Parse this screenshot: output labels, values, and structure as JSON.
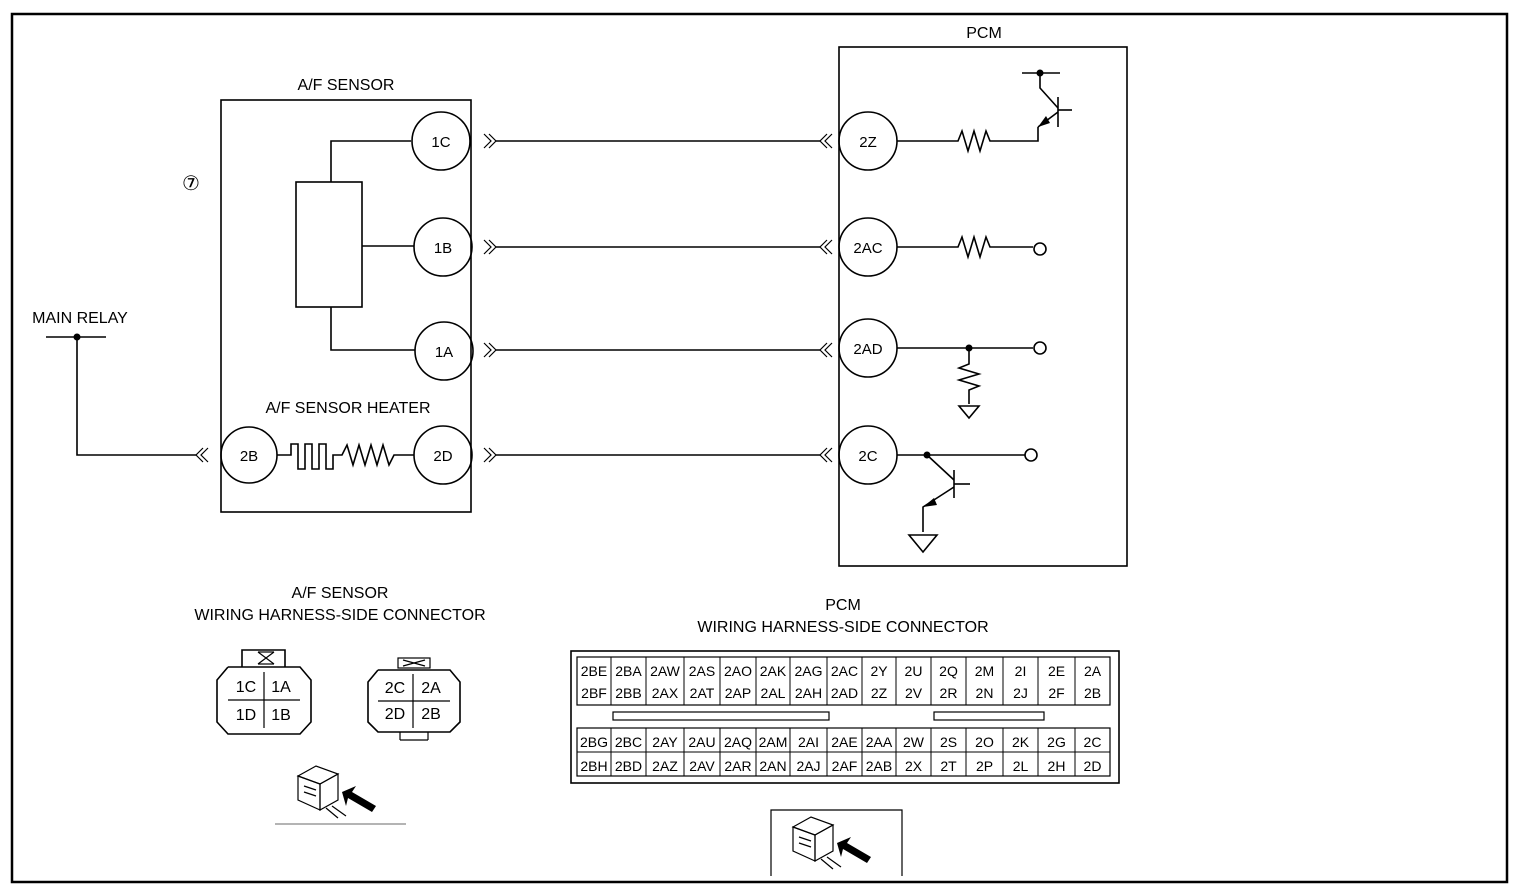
{
  "labels": {
    "pcm": "PCM",
    "af_sensor": "A/F SENSOR",
    "af_sensor_heater": "A/F SENSOR HEATER",
    "main_relay": "MAIN RELAY",
    "marker": "⑦"
  },
  "sensor_pins": {
    "p1c": "1C",
    "p1b": "1B",
    "p1a": "1A",
    "p2b": "2B",
    "p2d": "2D"
  },
  "pcm_pins": {
    "p2z": "2Z",
    "p2ac": "2AC",
    "p2ad": "2AD",
    "p2c": "2C"
  },
  "af_connector": {
    "title_line1": "A/F SENSOR",
    "title_line2": "WIRING HARNESS-SIDE CONNECTOR",
    "left_block": [
      "1C",
      "1A",
      "1D",
      "1B"
    ],
    "right_block": [
      "2C",
      "2A",
      "2D",
      "2B"
    ]
  },
  "pcm_connector": {
    "title_line1": "PCM",
    "title_line2": "WIRING HARNESS-SIDE CONNECTOR",
    "rows": [
      [
        "2BE",
        "2BA",
        "2AW",
        "2AS",
        "2AO",
        "2AK",
        "2AG",
        "2AC",
        "2Y",
        "2U",
        "2Q",
        "2M",
        "2I",
        "2E",
        "2A"
      ],
      [
        "2BF",
        "2BB",
        "2AX",
        "2AT",
        "2AP",
        "2AL",
        "2AH",
        "2AD",
        "2Z",
        "2V",
        "2R",
        "2N",
        "2J",
        "2F",
        "2B"
      ],
      [
        "2BG",
        "2BC",
        "2AY",
        "2AU",
        "2AQ",
        "2AM",
        "2AI",
        "2AE",
        "2AA",
        "2W",
        "2S",
        "2O",
        "2K",
        "2G",
        "2C"
      ],
      [
        "2BH",
        "2BD",
        "2AZ",
        "2AV",
        "2AR",
        "2AN",
        "2AJ",
        "2AF",
        "2AB",
        "2X",
        "2T",
        "2P",
        "2L",
        "2H",
        "2D"
      ]
    ]
  }
}
